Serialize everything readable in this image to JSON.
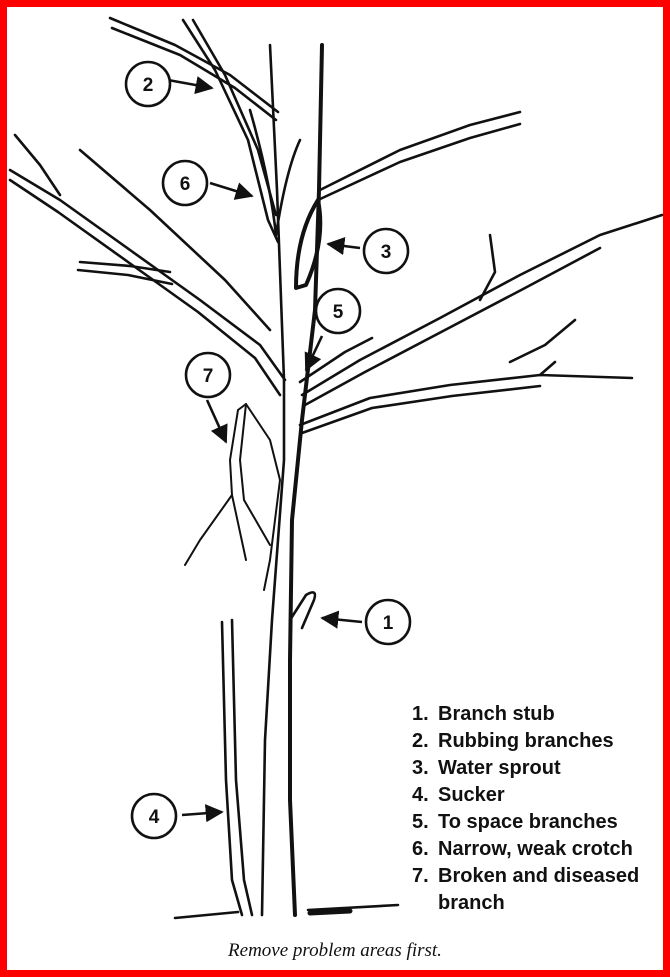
{
  "figure": {
    "border_color": "#ff0000",
    "ink_color": "#111111",
    "callouts": [
      {
        "number": "1"
      },
      {
        "number": "2"
      },
      {
        "number": "3"
      },
      {
        "number": "4"
      },
      {
        "number": "5"
      },
      {
        "number": "6"
      },
      {
        "number": "7"
      }
    ],
    "legend": [
      {
        "number": "1.",
        "text": "Branch stub"
      },
      {
        "number": "2.",
        "text": "Rubbing branches"
      },
      {
        "number": "3.",
        "text": "Water sprout"
      },
      {
        "number": "4.",
        "text": "Sucker"
      },
      {
        "number": "5.",
        "text": "To space branches"
      },
      {
        "number": "6.",
        "text": "Narrow, weak crotch"
      },
      {
        "number": "7.",
        "text": "Broken and diseased branch"
      }
    ],
    "caption": "Remove problem areas first."
  }
}
